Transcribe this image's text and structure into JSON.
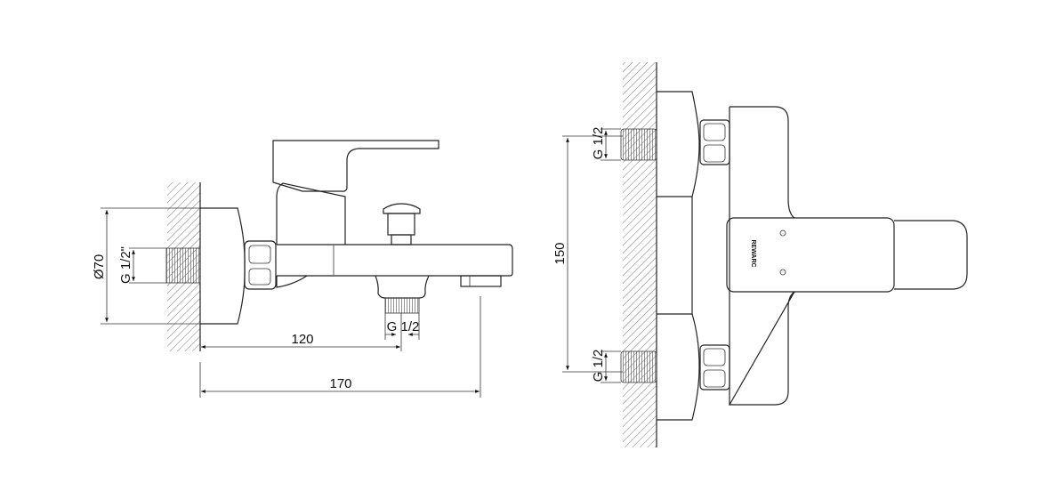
{
  "side_view": {
    "dimensions": {
      "diameter": "Ø70",
      "inlet_thread": "G 1/2\"",
      "outlet_thread": "G 1/2",
      "distance_to_outlet": "120",
      "spout_projection": "170"
    }
  },
  "front_view": {
    "dimensions": {
      "inlet_spacing": "150",
      "upper_thread": "G 1/2",
      "lower_thread": "G 1/2"
    },
    "logo_text": "REWARC"
  },
  "colors": {
    "line": "#222222",
    "background": "#ffffff"
  }
}
